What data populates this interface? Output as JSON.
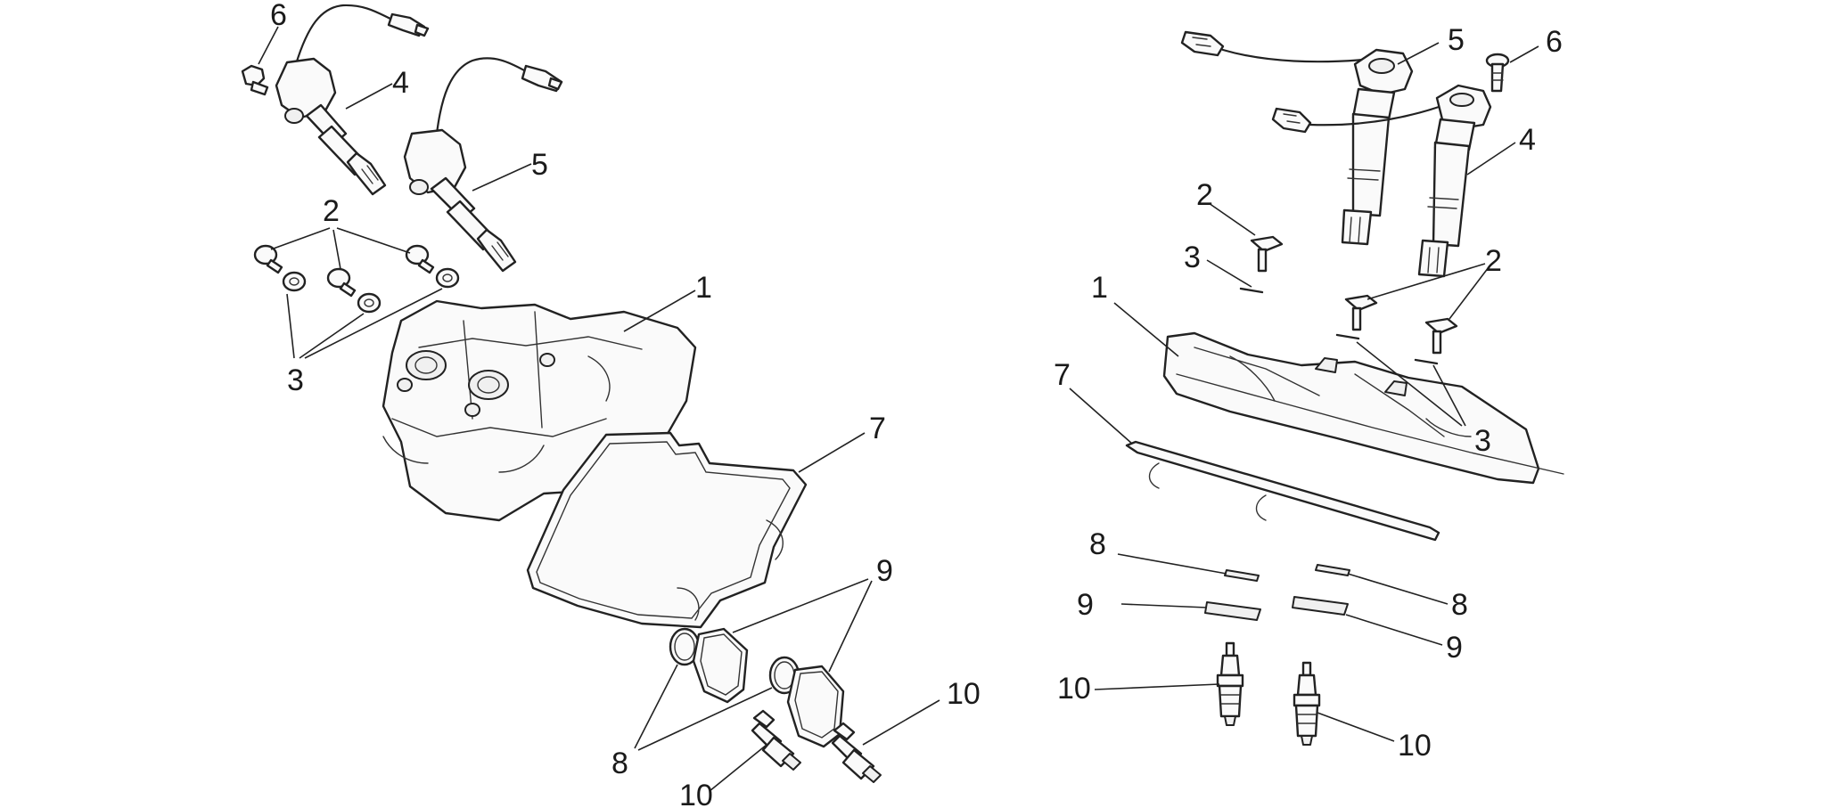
{
  "left_view": {
    "labels": {
      "l1": "1",
      "l2": "2",
      "l3": "3",
      "l4": "4",
      "l5": "5",
      "l6": "6",
      "l7": "7",
      "l8": "8",
      "l9": "9",
      "l10a": "10",
      "l10b": "10"
    }
  },
  "right_view": {
    "labels": {
      "r1": "1",
      "r2a": "2",
      "r2b": "2",
      "r3a": "3",
      "r3b": "3",
      "r4": "4",
      "r5": "5",
      "r6": "6",
      "r7": "7",
      "r8a": "8",
      "r8b": "8",
      "r9a": "9",
      "r9b": "9",
      "r10a": "10",
      "r10b": "10"
    }
  }
}
